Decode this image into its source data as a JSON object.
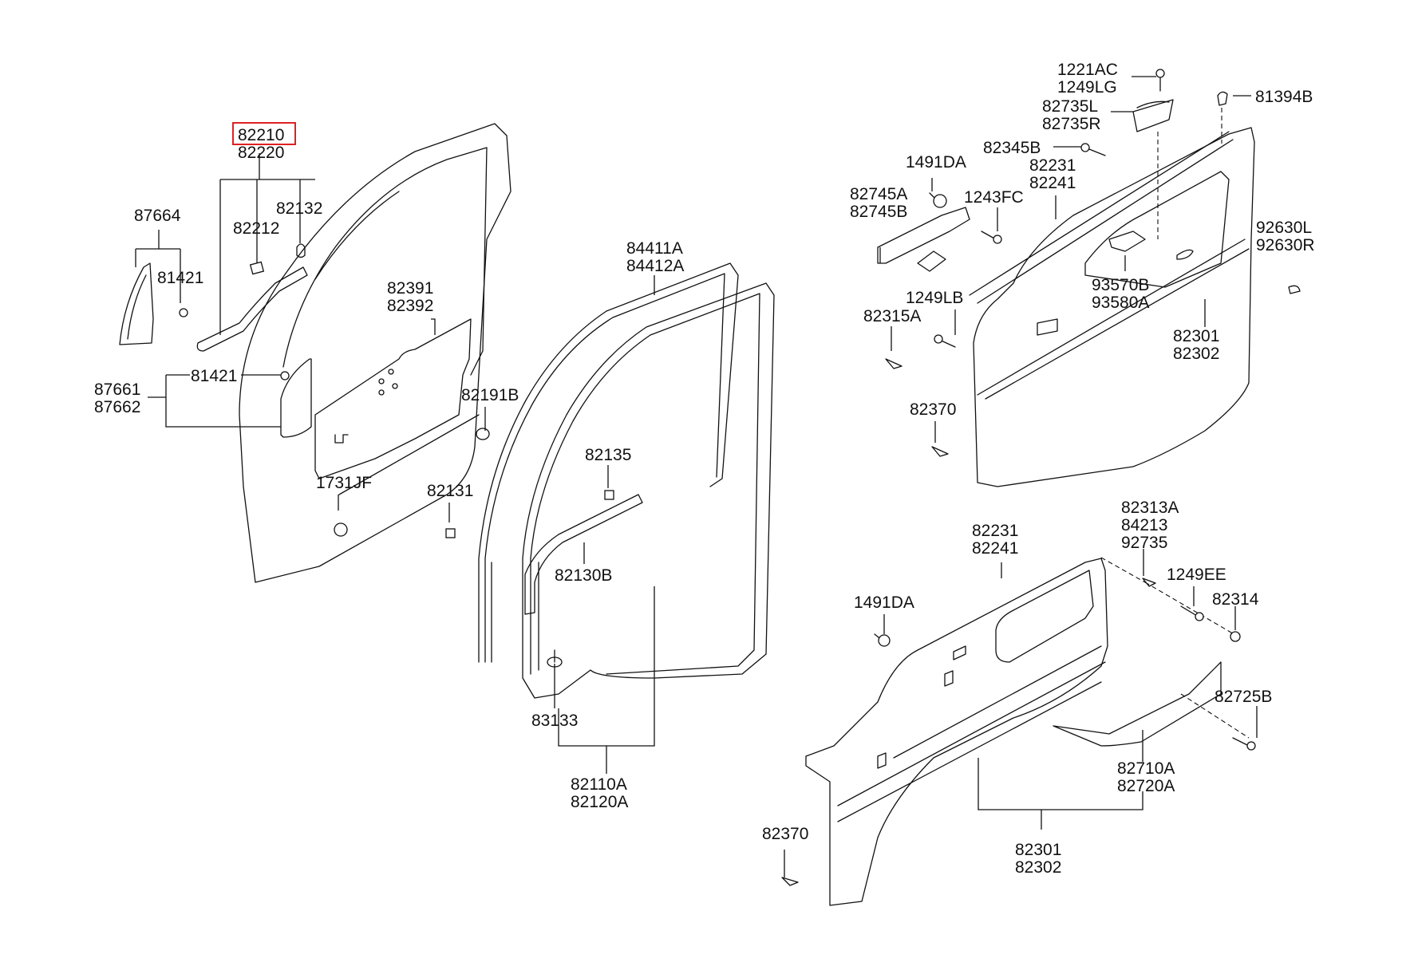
{
  "diagram": {
    "title": "Front Door Panel / Trim Parts Diagram",
    "highlighted_part": "82210",
    "highlight_color": "#e02020",
    "groups": {
      "front_door_panel": {
        "labels": [
          {
            "id": "p82210",
            "lines": [
              "82210",
              "82220"
            ]
          },
          {
            "id": "p82212",
            "lines": [
              "82212"
            ]
          },
          {
            "id": "p82132",
            "lines": [
              "82132"
            ]
          },
          {
            "id": "p87664",
            "lines": [
              "87664"
            ]
          },
          {
            "id": "p81421a",
            "lines": [
              "81421"
            ]
          },
          {
            "id": "p81421b",
            "lines": [
              "81421"
            ]
          },
          {
            "id": "p87661",
            "lines": [
              "87661",
              "87662"
            ]
          },
          {
            "id": "p82391",
            "lines": [
              "82391",
              "82392"
            ]
          },
          {
            "id": "p82191B",
            "lines": [
              "82191B"
            ]
          },
          {
            "id": "p1731JF",
            "lines": [
              "1731JF"
            ]
          },
          {
            "id": "p82131",
            "lines": [
              "82131"
            ]
          }
        ]
      },
      "weatherstrip": {
        "labels": [
          {
            "id": "p84411A",
            "lines": [
              "84411A",
              "84412A"
            ]
          },
          {
            "id": "p82135",
            "lines": [
              "82135"
            ]
          },
          {
            "id": "p82130B",
            "lines": [
              "82130B"
            ]
          },
          {
            "id": "p83133",
            "lines": [
              "83133"
            ]
          },
          {
            "id": "p82110A",
            "lines": [
              "82110A",
              "82120A"
            ]
          }
        ]
      },
      "door_trim_upper": {
        "labels": [
          {
            "id": "p1221AC",
            "lines": [
              "1221AC",
              "1249LG"
            ]
          },
          {
            "id": "p82735L",
            "lines": [
              "82735L",
              "82735R"
            ]
          },
          {
            "id": "p81394B",
            "lines": [
              "81394B"
            ]
          },
          {
            "id": "p82345B",
            "lines": [
              "82345B"
            ]
          },
          {
            "id": "p1491DAa",
            "lines": [
              "1491DA"
            ]
          },
          {
            "id": "p82231a",
            "lines": [
              "82231",
              "82241"
            ]
          },
          {
            "id": "p82745A",
            "lines": [
              "82745A",
              "82745B"
            ]
          },
          {
            "id": "p1243FC",
            "lines": [
              "1243FC"
            ]
          },
          {
            "id": "p92630L",
            "lines": [
              "92630L",
              "92630R"
            ]
          },
          {
            "id": "p1249LB",
            "lines": [
              "1249LB"
            ]
          },
          {
            "id": "p93570B",
            "lines": [
              "93570B",
              "93580A"
            ]
          },
          {
            "id": "p82315A",
            "lines": [
              "82315A"
            ]
          },
          {
            "id": "p82301a",
            "lines": [
              "82301",
              "82302"
            ]
          },
          {
            "id": "p82370a",
            "lines": [
              "82370"
            ]
          }
        ]
      },
      "door_trim_lower": {
        "labels": [
          {
            "id": "p82231b",
            "lines": [
              "82231",
              "82241"
            ]
          },
          {
            "id": "p82313A",
            "lines": [
              "82313A",
              "84213",
              "92735"
            ]
          },
          {
            "id": "p1249EE",
            "lines": [
              "1249EE"
            ]
          },
          {
            "id": "p82314",
            "lines": [
              "82314"
            ]
          },
          {
            "id": "p1491DAb",
            "lines": [
              "1491DA"
            ]
          },
          {
            "id": "p82725B",
            "lines": [
              "82725B"
            ]
          },
          {
            "id": "p82710A",
            "lines": [
              "82710A",
              "82720A"
            ]
          },
          {
            "id": "p82370b",
            "lines": [
              "82370"
            ]
          },
          {
            "id": "p82301b",
            "lines": [
              "82301",
              "82302"
            ]
          }
        ]
      }
    }
  }
}
